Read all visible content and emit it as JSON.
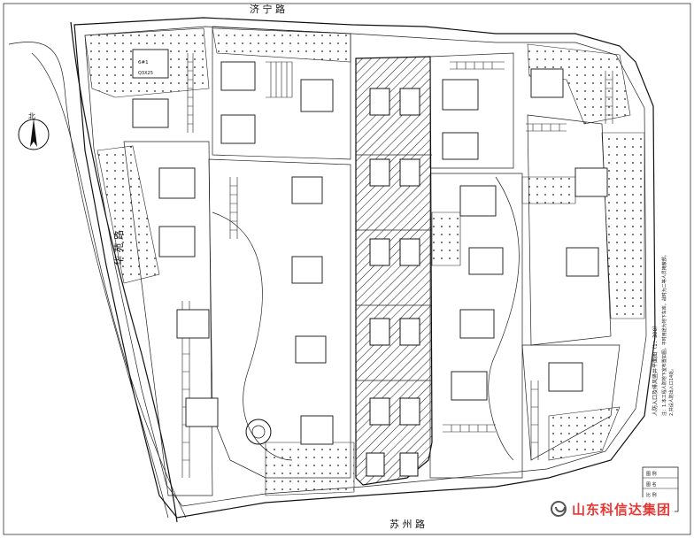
{
  "roads": {
    "north": "济 宁 路",
    "west": "华 苑 路",
    "south": "苏 州 路"
  },
  "north_arrow_label": "北",
  "building_tag": "6#1",
  "building_size": "Q3X25",
  "right_notes": {
    "title": "人防入口及排风竖井平面图（1：300）",
    "line1": "注：1.本工程人防地下室布置如图，平时用途为地下车库，战时为二等人员掩蔽部。",
    "line2": "2.共设人防出入口14处。"
  },
  "title_block": {
    "header": "图 例",
    "line1": "图 名",
    "line2": "比 例"
  },
  "watermark": {
    "text": "山东科信达集团",
    "icon": "wechat-logo-icon"
  }
}
